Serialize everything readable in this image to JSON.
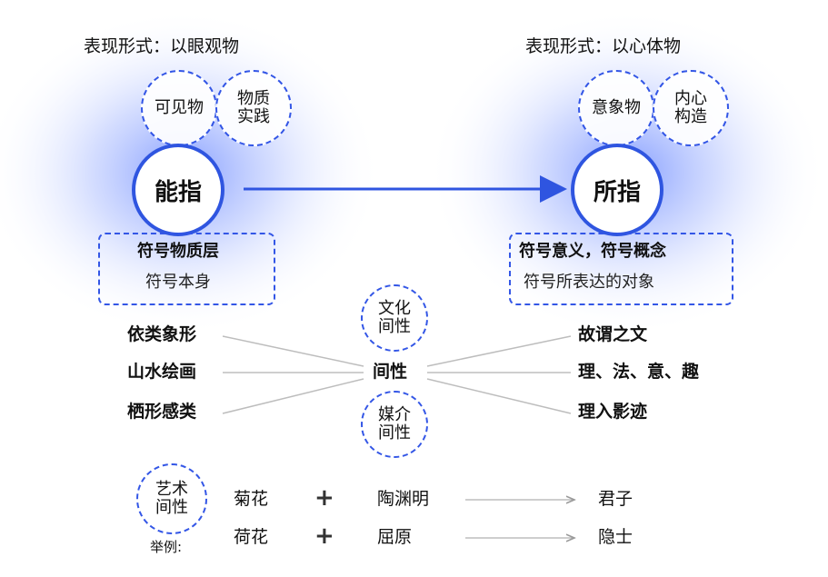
{
  "left": {
    "form_label": "表现形式：以眼观物",
    "bubble1": "可见物",
    "bubble2_line1": "物质",
    "bubble2_line2": "实践",
    "main": "能指",
    "box_title": "符号物质层",
    "box_sub": "符号本身"
  },
  "right": {
    "form_label": "表现形式：以心体物",
    "bubble1": "意象物",
    "bubble2_line1": "内心",
    "bubble2_line2": "构造",
    "main": "所指",
    "box_title": "符号意义，符号概念",
    "box_sub": "符号所表达的对象"
  },
  "middle": {
    "top_bubble_line1": "文化",
    "top_bubble_line2": "间性",
    "center": "间性",
    "bottom_bubble_line1": "媒介",
    "bottom_bubble_line2": "间性",
    "left_items": [
      "依类象形",
      "山水绘画",
      "栖形感类"
    ],
    "right_items": [
      "故谓之文",
      "理、法、意、趣",
      "理入影迹"
    ]
  },
  "examples": {
    "bubble_line1": "艺术",
    "bubble_line2": "间性",
    "caption": "举例:",
    "rows": [
      {
        "item": "菊花",
        "plus": "+",
        "person": "陶渊明",
        "result": "君子"
      },
      {
        "item": "荷花",
        "plus": "+",
        "person": "屈原",
        "result": "隐士"
      }
    ]
  },
  "colors": {
    "accent": "#2f55e0",
    "glow": "#8aa4ff"
  }
}
